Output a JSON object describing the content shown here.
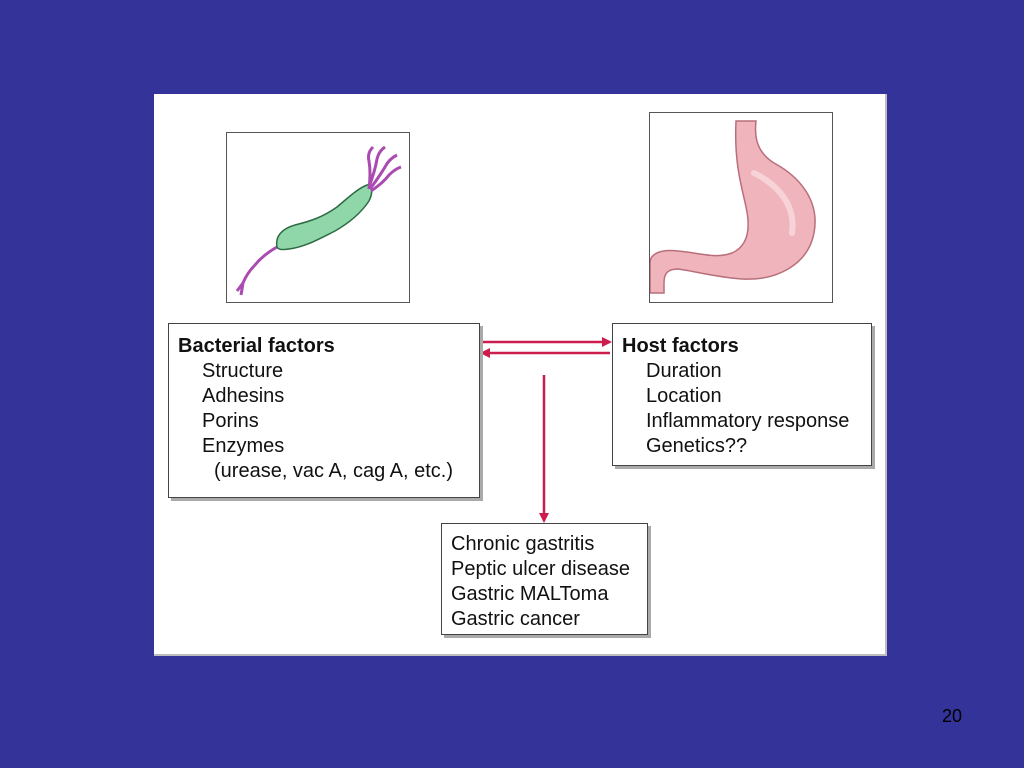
{
  "bacterial_factors": {
    "title": "Bacterial factors",
    "items": [
      "Structure",
      "Adhesins",
      "Porins",
      "Enzymes"
    ],
    "sub_item": "(urease, vac A, cag A, etc.)"
  },
  "host_factors": {
    "title": "Host factors",
    "items": [
      "Duration",
      "Location",
      "Inflammatory response",
      "Genetics??"
    ]
  },
  "outcomes": {
    "items": [
      "Chronic gastritis",
      "Peptic ulcer disease",
      "Gastric MALToma",
      "Gastric cancer"
    ]
  },
  "slide_number": "20",
  "colors": {
    "background": "#333399",
    "arrow": "#cc1d4e",
    "bacterium_body": "#8fd6a8",
    "flagella": "#a94bb0",
    "stomach": "#f0b4bd"
  }
}
